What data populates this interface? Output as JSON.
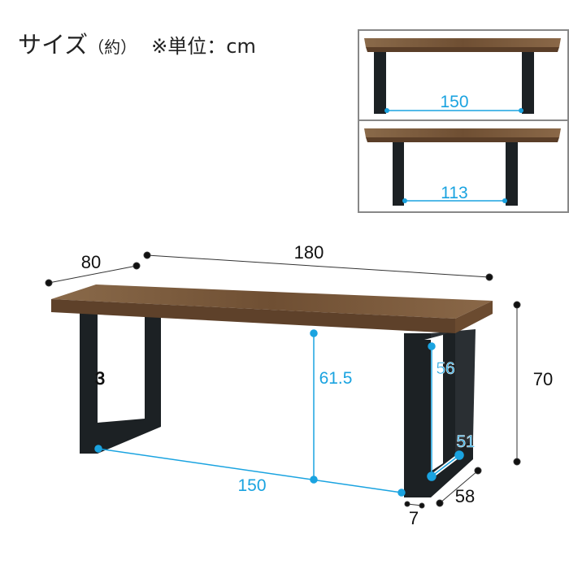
{
  "title": {
    "main": "サイズ",
    "sub": "（約）",
    "unit_note": "※単位：cm"
  },
  "colors": {
    "wood": "#7a5a3c",
    "leg": "#1c2124",
    "accent": "#1aa3e0",
    "frame": "#888888"
  },
  "insets": [
    {
      "label": "150"
    },
    {
      "label": "113"
    }
  ],
  "dimensions": {
    "depth": "80",
    "width": "180",
    "height": "70",
    "under_height": "61.5",
    "leg_span": "150",
    "leg_inner_height": "56",
    "leg_inner_depth": "51",
    "leg_depth": "58",
    "leg_width": "7",
    "leg_thickness": "3"
  }
}
